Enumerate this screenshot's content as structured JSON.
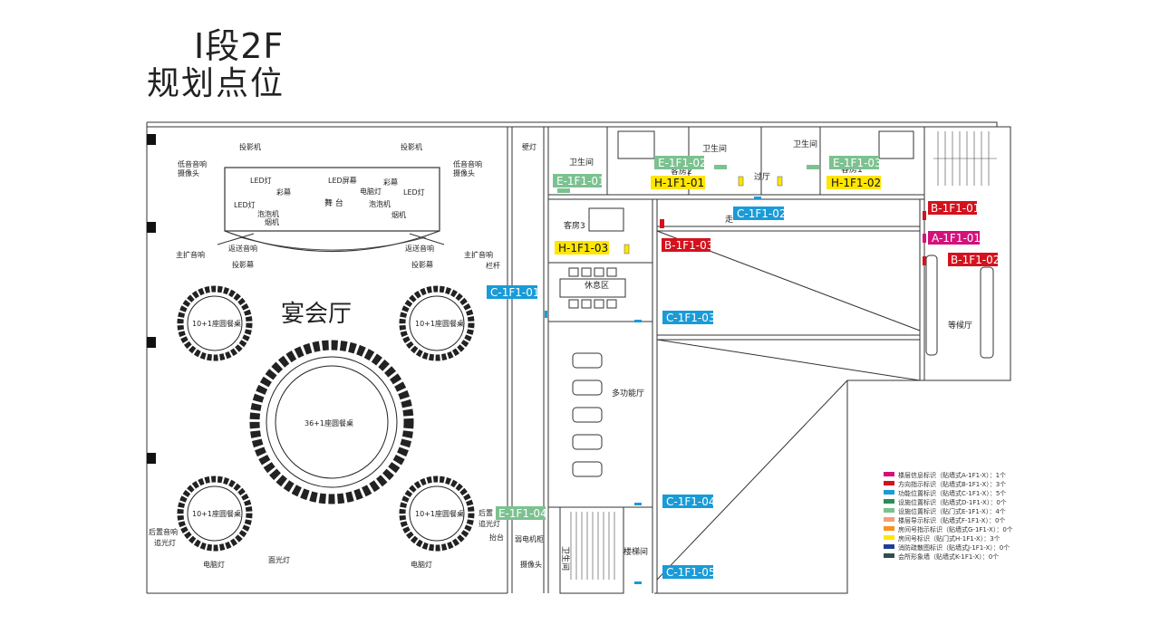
{
  "title": {
    "line1": "Ⅰ段2F",
    "line2": "规划点位"
  },
  "colors": {
    "red": "#d3121e",
    "blue": "#1a9bd7",
    "green": "#7cc190",
    "yellow": "#ffe600",
    "magenta": "#d4117a"
  },
  "markers": [
    {
      "id": "E-1F1-02",
      "color": "green"
    },
    {
      "id": "E-1F1-03",
      "color": "green"
    },
    {
      "id": "E-1F1-01",
      "color": "green"
    },
    {
      "id": "H-1F1-01",
      "color": "yellow"
    },
    {
      "id": "H-1F1-02",
      "color": "yellow"
    },
    {
      "id": "H-1F1-03",
      "color": "yellow"
    },
    {
      "id": "C-1F1-02",
      "color": "blue"
    },
    {
      "id": "B-1F1-01",
      "color": "red"
    },
    {
      "id": "A-1F1-01",
      "color": "magenta"
    },
    {
      "id": "B-1F1-02",
      "color": "red"
    },
    {
      "id": "B-1F1-03",
      "color": "red"
    },
    {
      "id": "C-1F1-01",
      "color": "blue"
    },
    {
      "id": "C-1F1-03",
      "color": "blue"
    },
    {
      "id": "C-1F1-04",
      "color": "blue"
    },
    {
      "id": "C-1F1-05",
      "color": "blue"
    },
    {
      "id": "E-1F1-04",
      "color": "green"
    }
  ],
  "rooms": {
    "banquet": "宴会厅",
    "stage": "舞 台",
    "lounge": "休息区",
    "multi": "多功能厅",
    "stairs": "楼梯间",
    "waiting": "等候厅",
    "guest3": "客房3",
    "guest2": "客房2",
    "guest1": "客房1",
    "bath1": "卫生间",
    "bath2": "卫生间",
    "bath3": "卫生间",
    "corridor": "走",
    "passage": "过厅",
    "bath4": "卫生间"
  },
  "fixtures": {
    "projector_l": "投影机",
    "projector_r": "投影机",
    "low_l": "低音音响",
    "cam_l": "摄像头",
    "low_r": "低音音响",
    "cam_r": "摄像头",
    "led1": "LED灯",
    "colorcurtain1": "彩幕",
    "ledscreen": "LED屏幕",
    "tvlight": "电脑灯",
    "colorcurtain2": "彩幕",
    "led2": "LED灯",
    "led3": "LED灯",
    "bubble1": "泡泡机",
    "smoke1": "烟机",
    "bubble2": "泡泡机",
    "smoke2": "烟机",
    "return_l": "返送音响",
    "return_r": "返送音响",
    "main_l": "主扩音响",
    "main_r": "主扩音响",
    "screen_l": "投影幕",
    "screen_r": "投影幕",
    "rail": "栏杆",
    "walllamp": "壁灯",
    "table_small": "10+1座圆餐桌",
    "table_big": "36+1座圆餐桌",
    "rear_speaker_l": "后置音响",
    "follow_l": "追光灯",
    "tvlight2": "电脑灯",
    "facelight": "面光灯",
    "tvlight3": "电脑灯",
    "rear_speaker_r": "后置",
    "follow_r": "追光灯",
    "podium": "抬台",
    "weak_box": "弱电机柜",
    "camera2": "摄像头",
    "bath5": "卫生间"
  },
  "legend": [
    {
      "color": "#d4117a",
      "text": "楼层信息标识（贴墙式A-1F1-X）：1个"
    },
    {
      "color": "#d3121e",
      "text": "方向指示标识（贴墙式B-1F1-X）：3个"
    },
    {
      "color": "#1a9bd7",
      "text": "功能位置标识（贴墙式C-1F1-X）：5个"
    },
    {
      "color": "#2e8b57",
      "text": "设施位置标识（贴墙式D-1F1-X）：0个"
    },
    {
      "color": "#7cc190",
      "text": "设施位置标识（贴门式E-1F1-X）：4个"
    },
    {
      "color": "#f2a07b",
      "text": "楼层导示标识（贴墙式F-1F1-X）：0个"
    },
    {
      "color": "#f7941d",
      "text": "房间号指示标识（贴墙式G-1F1-X）：0个"
    },
    {
      "color": "#ffe600",
      "text": "房间号标识（贴门式H-1F1-X）：3个"
    },
    {
      "color": "#1c3f95",
      "text": "消防疏散图标识（贴墙式J-1F1-X）：0个"
    },
    {
      "color": "#2f4f4f",
      "text": "会所形象墙（贴墙式K-1F1-X）：0个"
    }
  ]
}
